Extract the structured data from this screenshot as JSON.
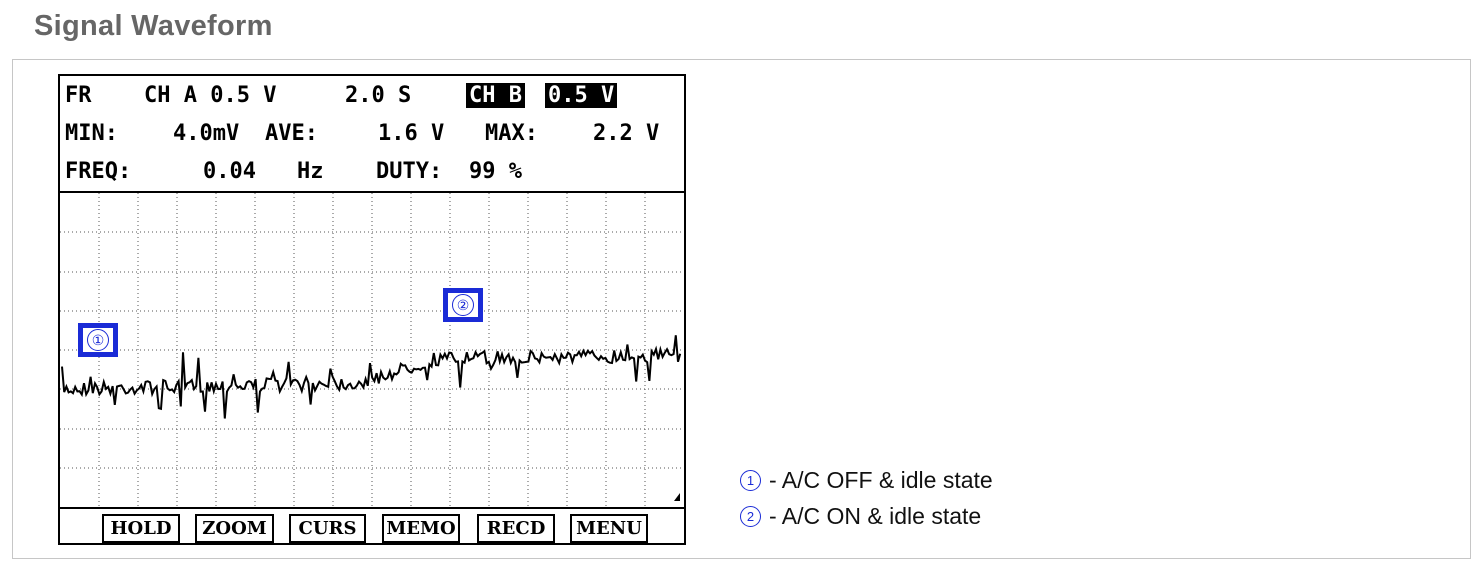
{
  "title": "Signal Waveform",
  "scope": {
    "row1": {
      "fr": "FR",
      "ch_a": "CH A 0.5 V",
      "time": "2.0 S",
      "ch_b_label": "CH B",
      "ch_b_value": "0.5 V"
    },
    "row2": {
      "min_label": "MIN:",
      "min_value": "4.0mV",
      "ave_label": "AVE:",
      "ave_value": "1.6 V",
      "max_label": "MAX:",
      "max_value": "2.2 V"
    },
    "row3": {
      "freq_label": "FREQ:",
      "freq_value": "0.04",
      "freq_unit": "Hz",
      "duty_label": "DUTY:",
      "duty_value": "99 %"
    },
    "buttons": [
      {
        "label": "HOLD",
        "active": true
      },
      {
        "label": "ZOOM",
        "active": false
      },
      {
        "label": "CURS",
        "active": false
      },
      {
        "label": "MEMO",
        "active": false
      },
      {
        "label": "RECD",
        "active": false
      },
      {
        "label": "MENU",
        "active": false
      }
    ],
    "markers": [
      "①",
      "②"
    ],
    "grid": true
  },
  "legend": [
    {
      "marker": "1",
      "text": "- A/C OFF & idle state"
    },
    {
      "marker": "2",
      "text": "- A/C ON & idle state"
    }
  ],
  "colors": {
    "marker_blue": "#1a2bd6",
    "title_gray": "#666666"
  }
}
